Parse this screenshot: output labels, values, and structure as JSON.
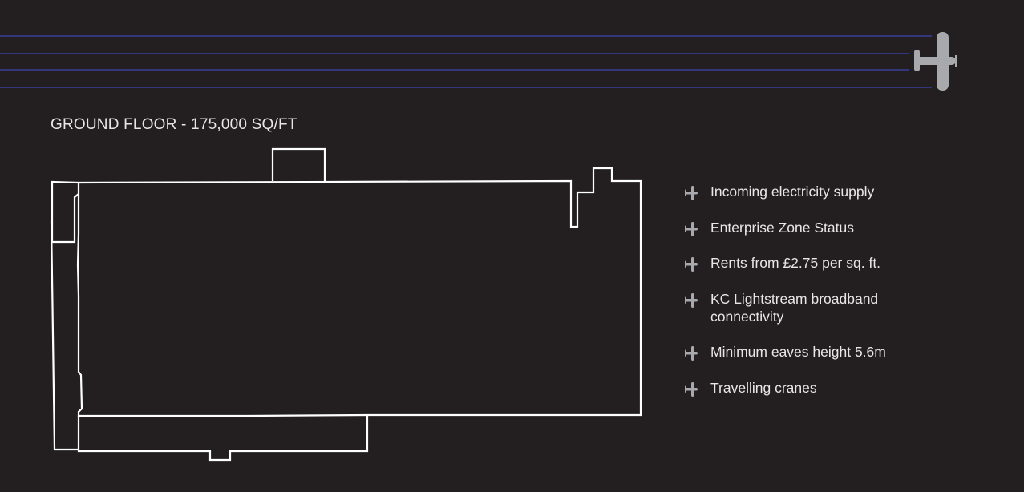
{
  "colors": {
    "background": "#231f20",
    "line": "#ffffff",
    "text": "#e8e6e6",
    "icon": "#a7a9ac",
    "banner_lines": "#3a3f9a"
  },
  "floor": {
    "title": "GROUND FLOOR - 175,000 SQ/FT"
  },
  "features": {
    "icon": "plane-icon",
    "items": [
      {
        "label": "Incoming electricity supply"
      },
      {
        "label": "Enterprise Zone Status"
      },
      {
        "label": "Rents from £2.75 per sq. ft."
      },
      {
        "label": "KC Lightstream broadband connectivity"
      },
      {
        "label": "Minimum eaves height 5.6m"
      },
      {
        "label": "Travelling cranes"
      }
    ]
  },
  "banner": {
    "icon": "plane-icon"
  }
}
